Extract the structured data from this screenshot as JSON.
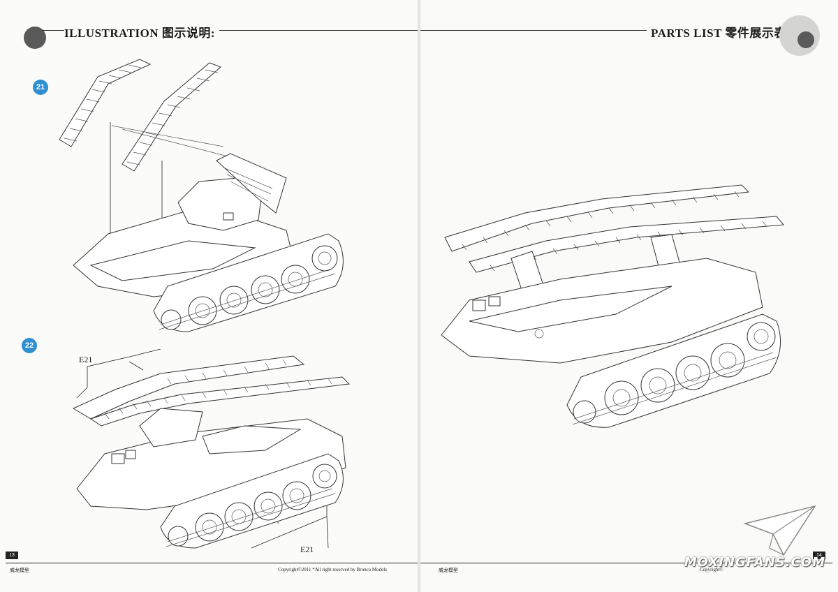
{
  "left_page": {
    "header_title": "ILLUSTRATION 图示说明:",
    "page_number": "13",
    "footer_brand": "威龙模型",
    "footer_copyright": "Copyright©2011  *All right reserved by Bronco Models",
    "steps": [
      {
        "number": "21"
      },
      {
        "number": "22",
        "part_labels": [
          "E21",
          "E21"
        ]
      }
    ]
  },
  "right_page": {
    "header_title": "PARTS LIST  零件展示表:",
    "page_number": "14",
    "footer_brand": "威龙模型",
    "footer_copyright": "Copyright©"
  },
  "watermark": {
    "text": "MOXINGFANS.COM",
    "icon": "paper-plane-icon"
  },
  "colors": {
    "step_badge": "#2f8fd0",
    "ink": "#222222",
    "header_circle_dark": "#5a5a5a",
    "header_circle_light": "#d4d4d2"
  }
}
